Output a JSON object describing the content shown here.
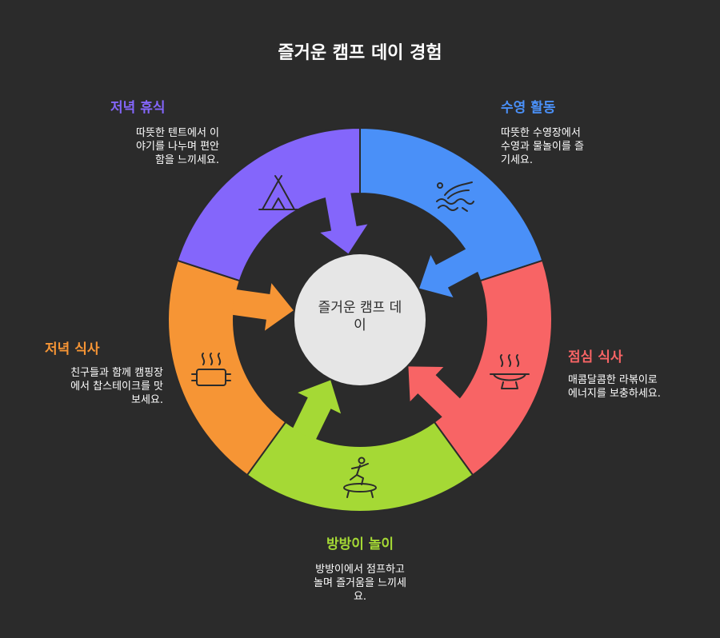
{
  "title": "즐거운 캠프 데이 경험",
  "center_label": "즐거운 캠프 데\n이",
  "colors": {
    "background": "#2b2b2b",
    "evening_rest": "#8466fb",
    "swimming": "#4a90f8",
    "lunch": "#f86465",
    "trampoline": "#a5d935",
    "dinner": "#f69535",
    "center": "#e6e6e6"
  },
  "segments": [
    {
      "id": "evening_rest",
      "label": "저녁 휴식",
      "description": "따뜻한 텐트에서 이\n야기를 나누며 편안\n함을 느끼세요.",
      "icon": "tent-icon"
    },
    {
      "id": "swimming",
      "label": "수영 활동",
      "description": "따뜻한 수영장에서\n수영과 물놀이를 즐\n기세요.",
      "icon": "swimming-icon"
    },
    {
      "id": "lunch",
      "label": "점심 식사",
      "description": "매콤달콤한 라볶이로\n에너지를 보충하세요.",
      "icon": "hot-bowl-icon"
    },
    {
      "id": "trampoline",
      "label": "방방이 놀이",
      "description": "방방이에서 점프하고\n놀며 즐거움을 느끼세\n요.",
      "icon": "trampoline-icon"
    },
    {
      "id": "dinner",
      "label": "저녁 식사",
      "description": "친구들과 함께 캠핑장\n에서 찹스테이크를 맛\n보세요.",
      "icon": "grill-icon"
    }
  ]
}
